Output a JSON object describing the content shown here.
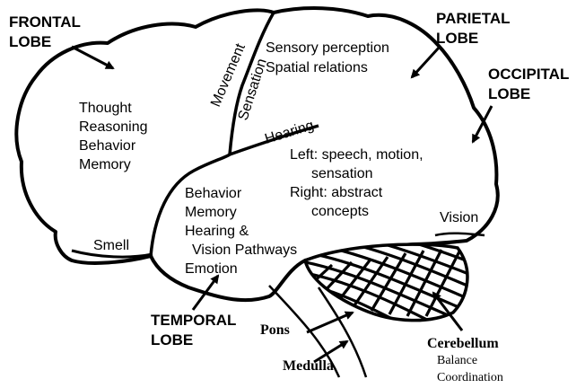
{
  "lobes": {
    "frontal": [
      "FRONTAL",
      "LOBE"
    ],
    "parietal": [
      "PARIETAL",
      "LOBE"
    ],
    "occipital": [
      "OCCIPITAL",
      "LOBE"
    ],
    "temporal": [
      "TEMPORAL",
      "LOBE"
    ]
  },
  "functions": {
    "frontal": [
      "Thought",
      "Reasoning",
      "Behavior",
      "Memory"
    ],
    "parietal": [
      "Sensory perception",
      "Spatial relations"
    ],
    "temporal": [
      "Behavior",
      "Memory",
      "Hearing &",
      "Vision Pathways",
      "Emotion"
    ],
    "hemisphere": [
      "Left: speech, motion,",
      "sensation",
      "Right: abstract",
      "concepts"
    ]
  },
  "strip_labels": {
    "movement": "Movement",
    "sensation": "Sensation",
    "hearing": "Hearing",
    "smell": "Smell",
    "vision": "Vision"
  },
  "structures": {
    "pons": "Pons",
    "medulla": "Medulla",
    "cerebellum": "Cerebellum",
    "cerebellum_functions": [
      "Balance",
      "Coordination"
    ]
  }
}
